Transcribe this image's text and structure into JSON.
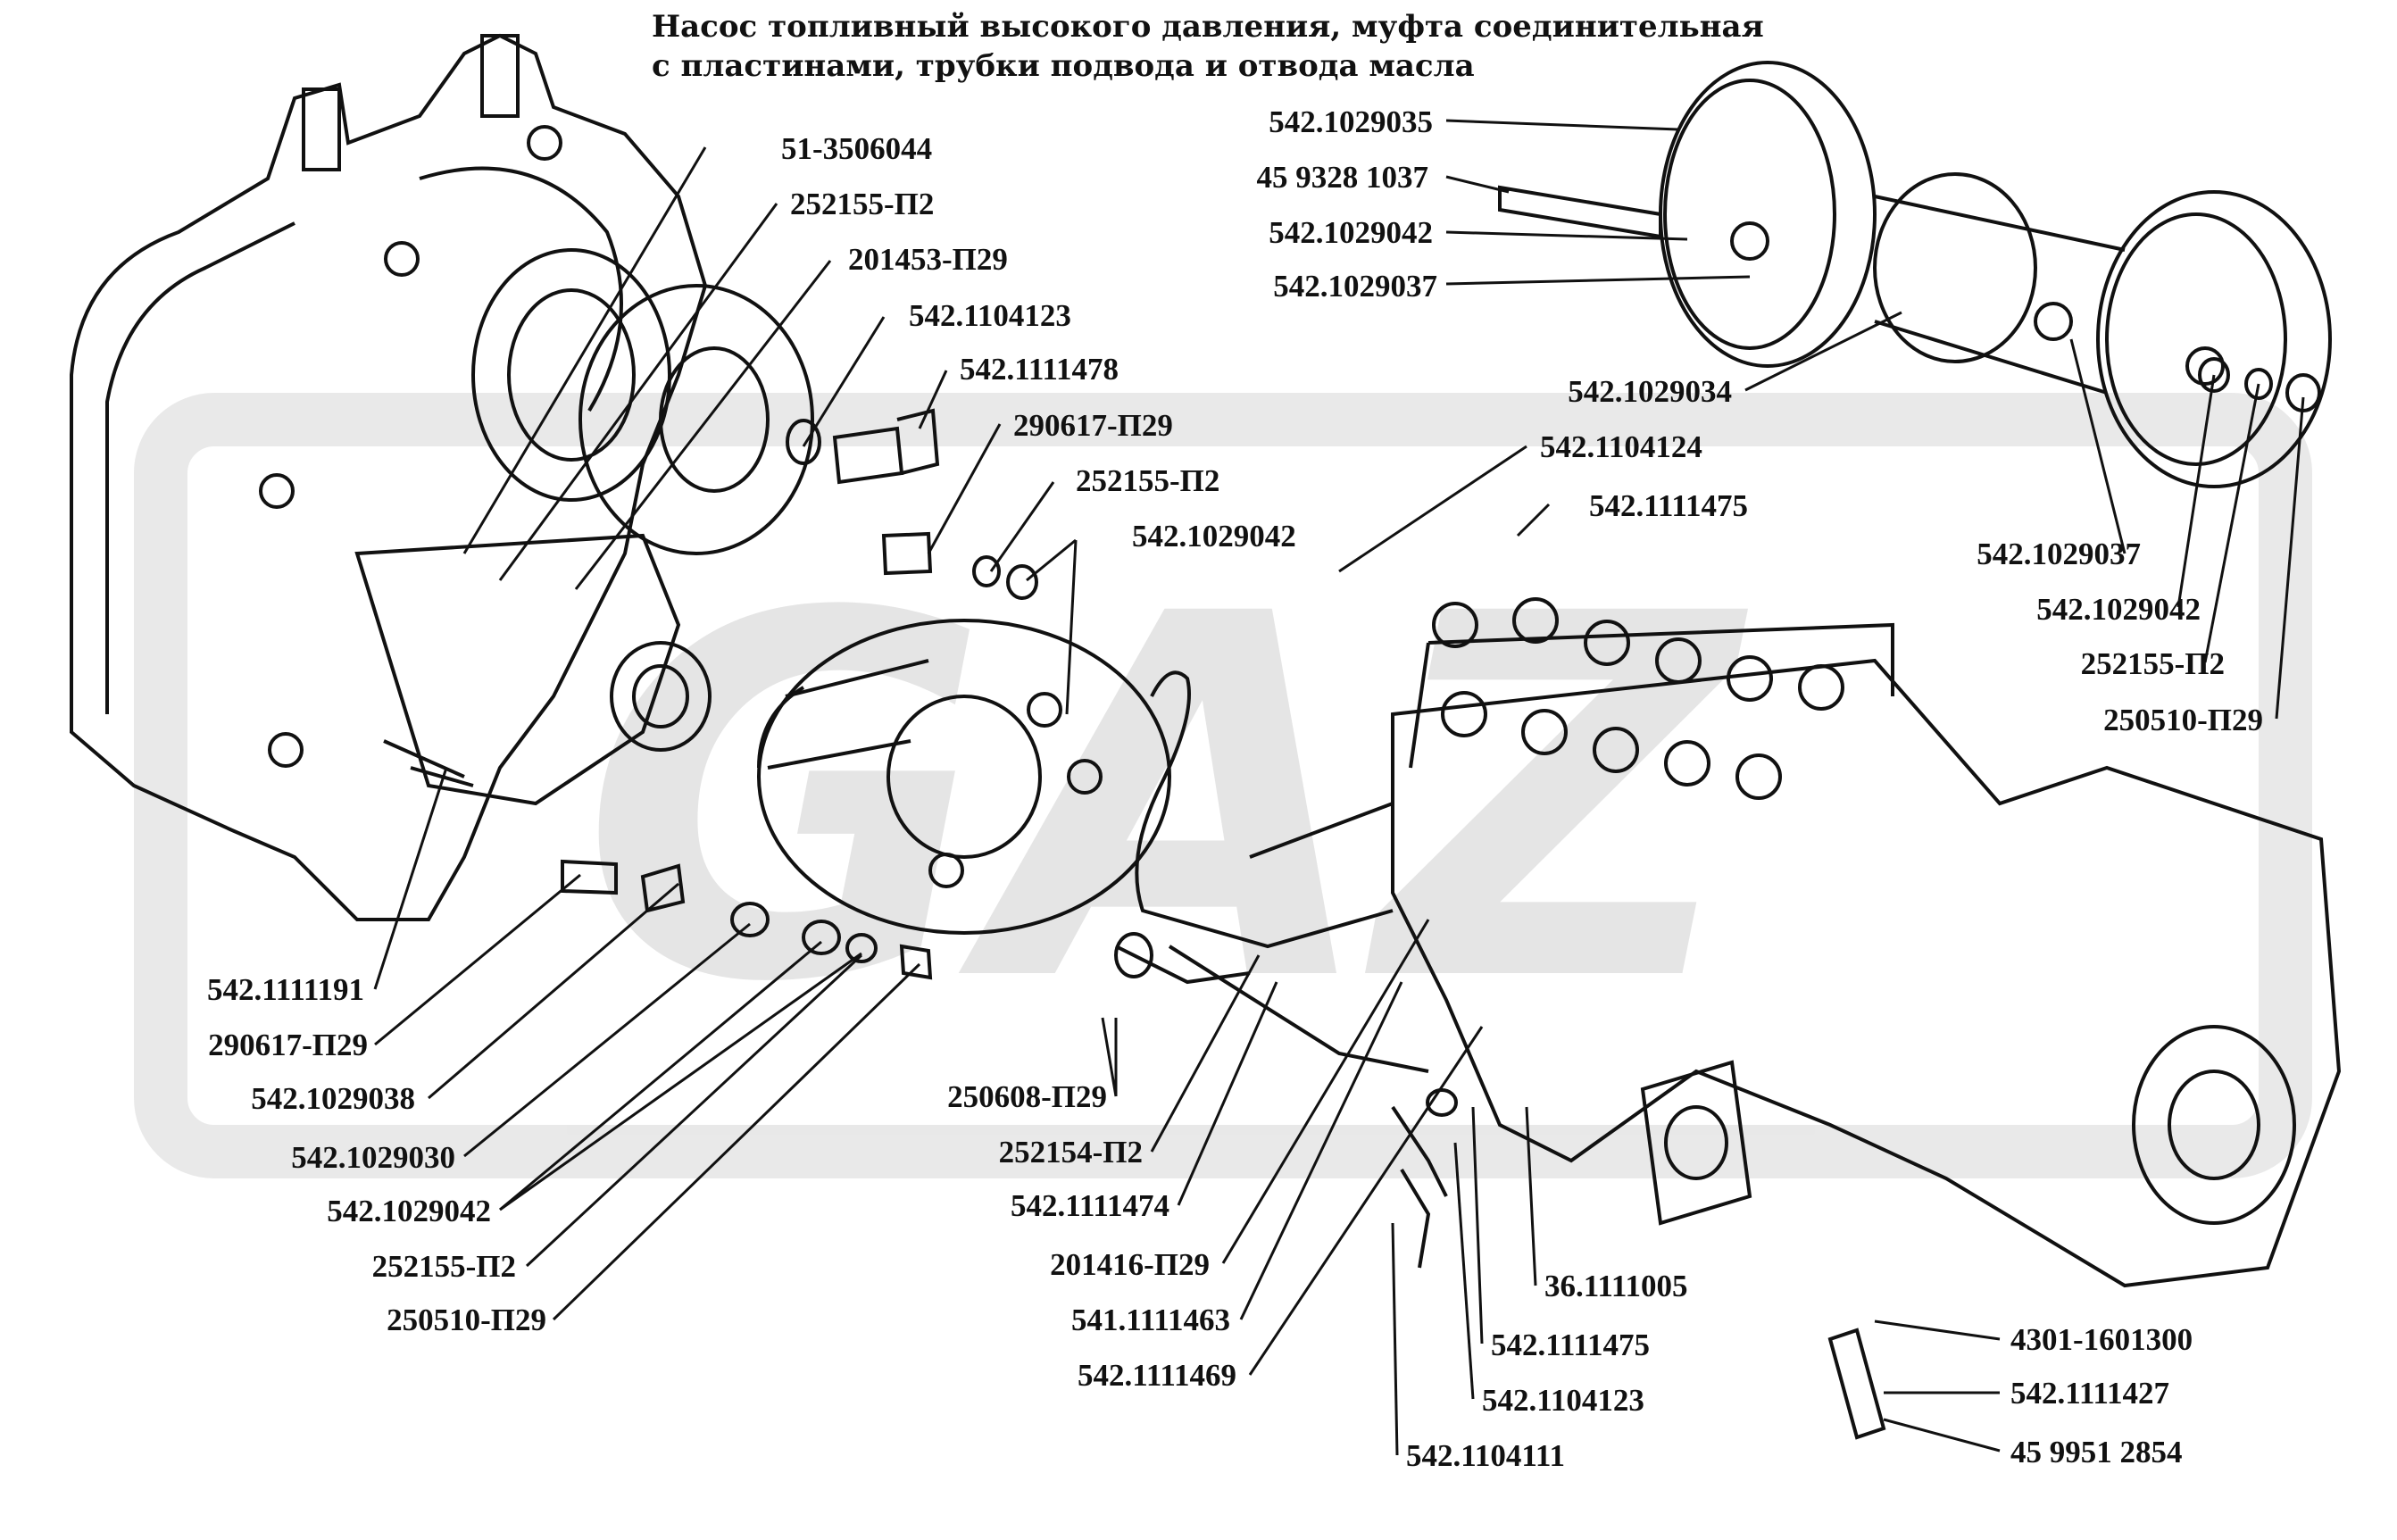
{
  "diagram": {
    "title_line1": "Насос топливный высокого давления, муфта соединительная",
    "title_line2": "с пластинами, трубки подвода и отвода масла",
    "watermark_text": "GAZ",
    "labels": {
      "l1": "51-3506044",
      "l2": "252155-П2",
      "l3": "201453-П29",
      "l4": "542.1104123",
      "l5": "542.1111478",
      "l6": "290617-П29",
      "l7": "252155-П2",
      "l8": "542.1029042",
      "l9": "542.1029035",
      "l10": "45 9328 1037",
      "l11": "542.1029042",
      "l12": "542.1029037",
      "l13": "542.1029034",
      "l14": "542.1104124",
      "l15": "542.1111475",
      "l16": "542.1029037",
      "l17": "542.1029042",
      "l18": "252155-П2",
      "l19": "250510-П29",
      "l20": "542.1111191",
      "l21": "290617-П29",
      "l22": "542.1029038",
      "l23": "542.1029030",
      "l24": "542.1029042",
      "l25": "252155-П2",
      "l26": "250510-П29",
      "l27": "250608-П29",
      "l28": "252154-П2",
      "l29": "542.1111474",
      "l30": "201416-П29",
      "l31": "541.1111463",
      "l32": "542.1111469",
      "l33": "36.1111005",
      "l34": "542.1111475",
      "l35": "542.1104123",
      "l36": "542.1104111",
      "l37": "4301-1601300",
      "l38": "542.1111427",
      "l39": "45 9951 2854"
    }
  }
}
